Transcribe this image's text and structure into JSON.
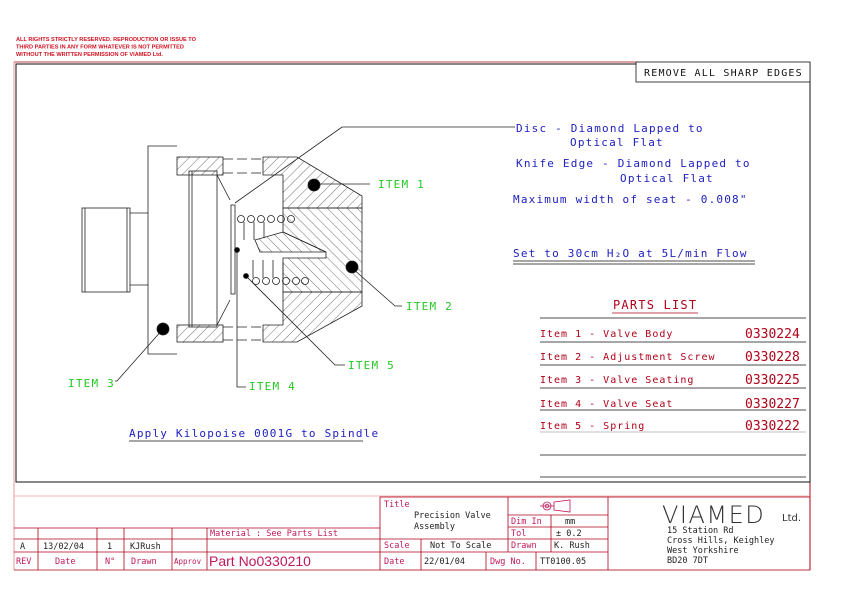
{
  "copyright": [
    "ALL RIGHTS STRICTLY RESERVED. REPRODUCTION OR ISSUE TO",
    "THIRD PARTIES IN ANY FORM WHATEVER IS NOT PERMITTED",
    "WITHOUT THE WRITTEN PERMISSION OF VIAMED Ltd."
  ],
  "notes": {
    "sharp_edges": "REMOVE ALL SHARP EDGES",
    "disc_1": "Disc - Diamond Lapped to",
    "disc_2": "Optical Flat",
    "knife_1": "Knife Edge - Diamond Lapped to",
    "knife_2": "Optical Flat",
    "max_width": "Maximum width of seat - 0.008\"",
    "set_flow": "Set to 30cm H₂O at 5L/min Flow",
    "apply": "Apply Kilopoise 0001G to Spindle"
  },
  "callouts": {
    "item1": "ITEM 1",
    "item2": "ITEM 2",
    "item3": "ITEM 3",
    "item4": "ITEM 4",
    "item5": "ITEM 5"
  },
  "parts_list": {
    "title": "PARTS LIST",
    "items": [
      {
        "desc": "Item 1 - Valve Body",
        "part": "0330224"
      },
      {
        "desc": "Item 2 - Adjustment Screw",
        "part": "0330228"
      },
      {
        "desc": "Item 3 - Valve Seating",
        "part": "0330225"
      },
      {
        "desc": "Item 4 - Valve Seat",
        "part": "0330227"
      },
      {
        "desc": "Item 5 - Spring",
        "part": "0330222"
      }
    ]
  },
  "revision": {
    "material": "Material : See Parts List",
    "row": {
      "rev": "A",
      "date": "13/02/04",
      "no": "1",
      "drawn": "KJRush"
    },
    "headers": {
      "rev": "REV",
      "date": "Date",
      "no": "N°",
      "drawn": "Drawn",
      "approv": "Approv"
    },
    "part_no": "Part No0330210"
  },
  "title_block": {
    "title_label": "Title",
    "title_1": "Precision Valve",
    "title_2": "Assembly",
    "dim_label": "Dim In",
    "dim_value": "mm",
    "tol_label": "Tol",
    "tol_value": "± 0.2",
    "drawn_label": "Drawn",
    "drawn_value": "K. Rush",
    "scale_label": "Scale",
    "scale_value": "Not To Scale",
    "date_label": "Date",
    "date_value": "22/01/04",
    "dwg_label": "Dwg No.",
    "dwg_value": "TT0100.05"
  },
  "company": {
    "name": "VIAMED",
    "suffix": "Ltd.",
    "address": [
      "15 Station Rd",
      "Cross Hills, Keighley",
      "West Yorkshire",
      "BD20 7DT"
    ]
  },
  "colors": {
    "border": "#b00018",
    "notes": "#2020c0",
    "callouts": "#22c822"
  }
}
